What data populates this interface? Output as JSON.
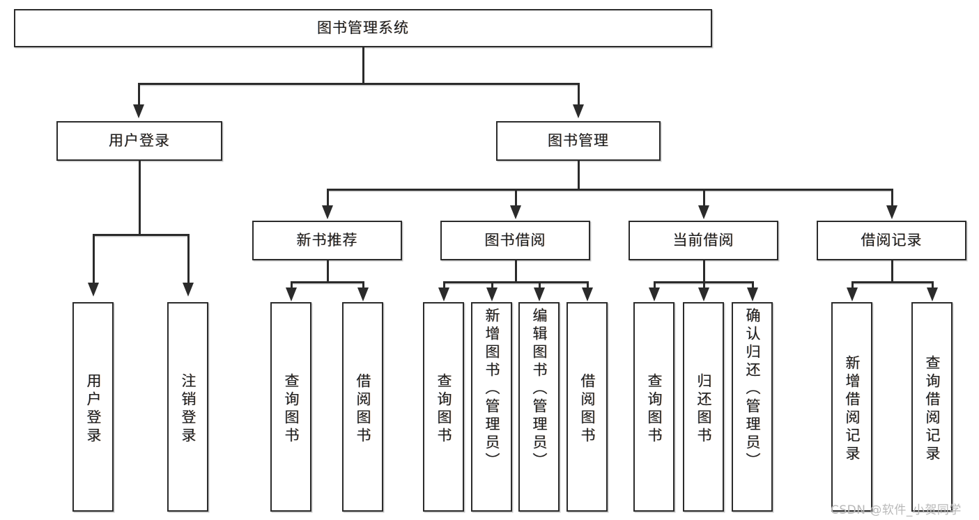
{
  "diagram": {
    "type": "tree-hierarchy-chart",
    "title": "图书管理系统",
    "root": {
      "label": "图书管理系统"
    },
    "level2": [
      {
        "label": "用户登录"
      },
      {
        "label": "图书管理"
      }
    ],
    "level3": [
      {
        "label": "新书推荐"
      },
      {
        "label": "图书借阅"
      },
      {
        "label": "当前借阅"
      },
      {
        "label": "借阅记录"
      }
    ],
    "leaves": {
      "user_login": [
        {
          "label": "用户登录"
        },
        {
          "label": "注销登录"
        }
      ],
      "new_book_recommend": [
        {
          "label": "查询图书"
        },
        {
          "label": "借阅图书"
        }
      ],
      "book_borrow": [
        {
          "label": "查询图书"
        },
        {
          "label": "新增图书（管理员）"
        },
        {
          "label": "编辑图书（管理员）"
        },
        {
          "label": "借阅图书"
        }
      ],
      "current_borrow": [
        {
          "label": "查询图书"
        },
        {
          "label": "归还图书"
        },
        {
          "label": "确认归还（管理员）"
        }
      ],
      "borrow_record": [
        {
          "label": "新增借阅记录"
        },
        {
          "label": "查询借阅记录"
        }
      ]
    }
  },
  "watermark": {
    "text": "CSDN @软件_小贺同学"
  },
  "colors": {
    "border": "#2b2b2b",
    "background": "#ffffff",
    "text": "#1d1d1d",
    "shadow": "#c9c9c9",
    "watermark": "#b9b9b9"
  }
}
